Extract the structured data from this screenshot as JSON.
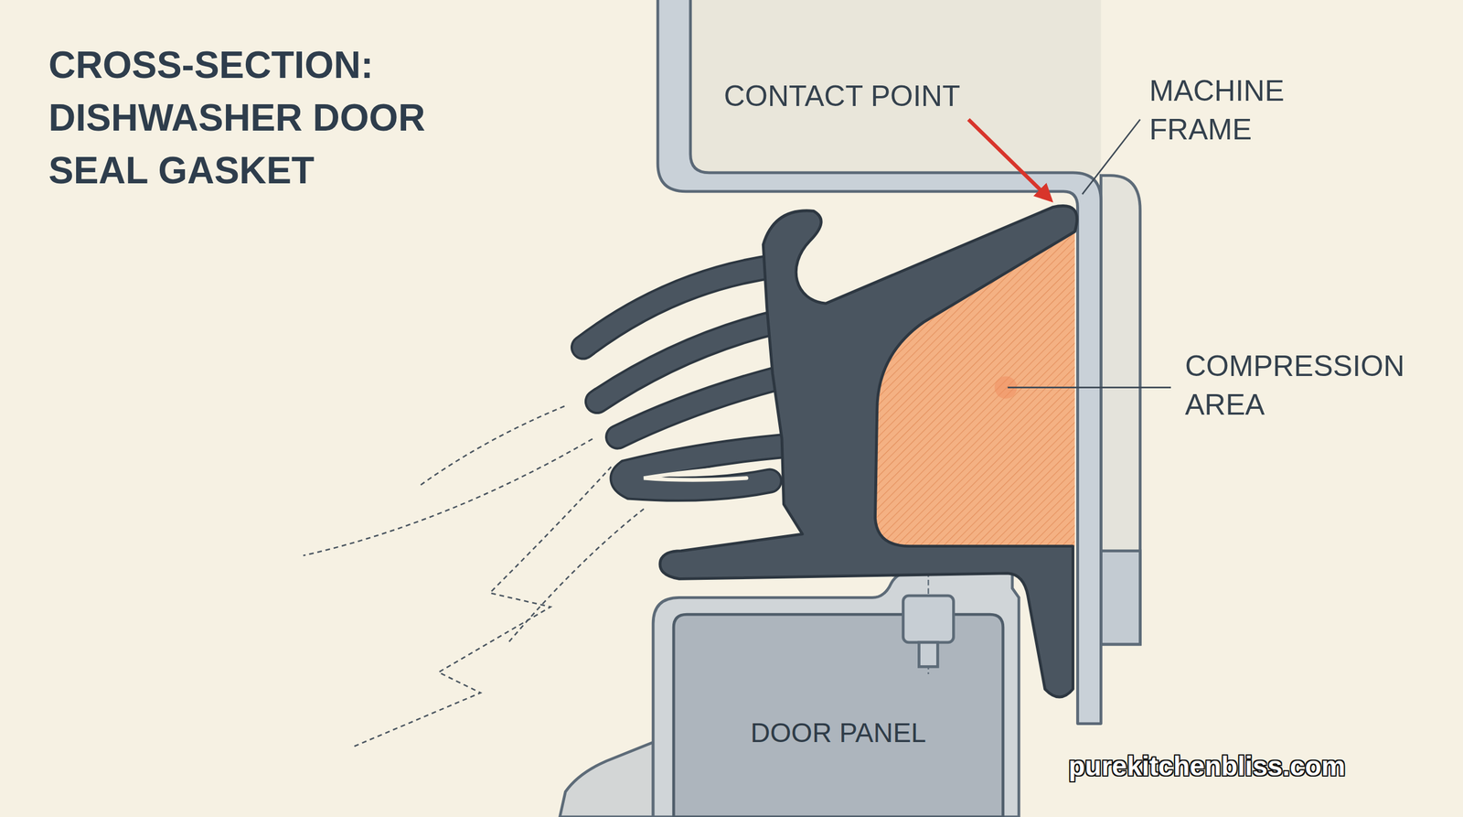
{
  "diagram": {
    "title": "CROSS-SECTION: DISHWASHER DOOR SEAL GASKET",
    "nodes": [
      {
        "text": [
          "DOOR PANEL"
        ]
      }
    ],
    "labels": [
      "CONTACT POINT",
      "MACHINE FRAME",
      "COMPRESSION AREA",
      "purekitchenbliss.com"
    ]
  }
}
